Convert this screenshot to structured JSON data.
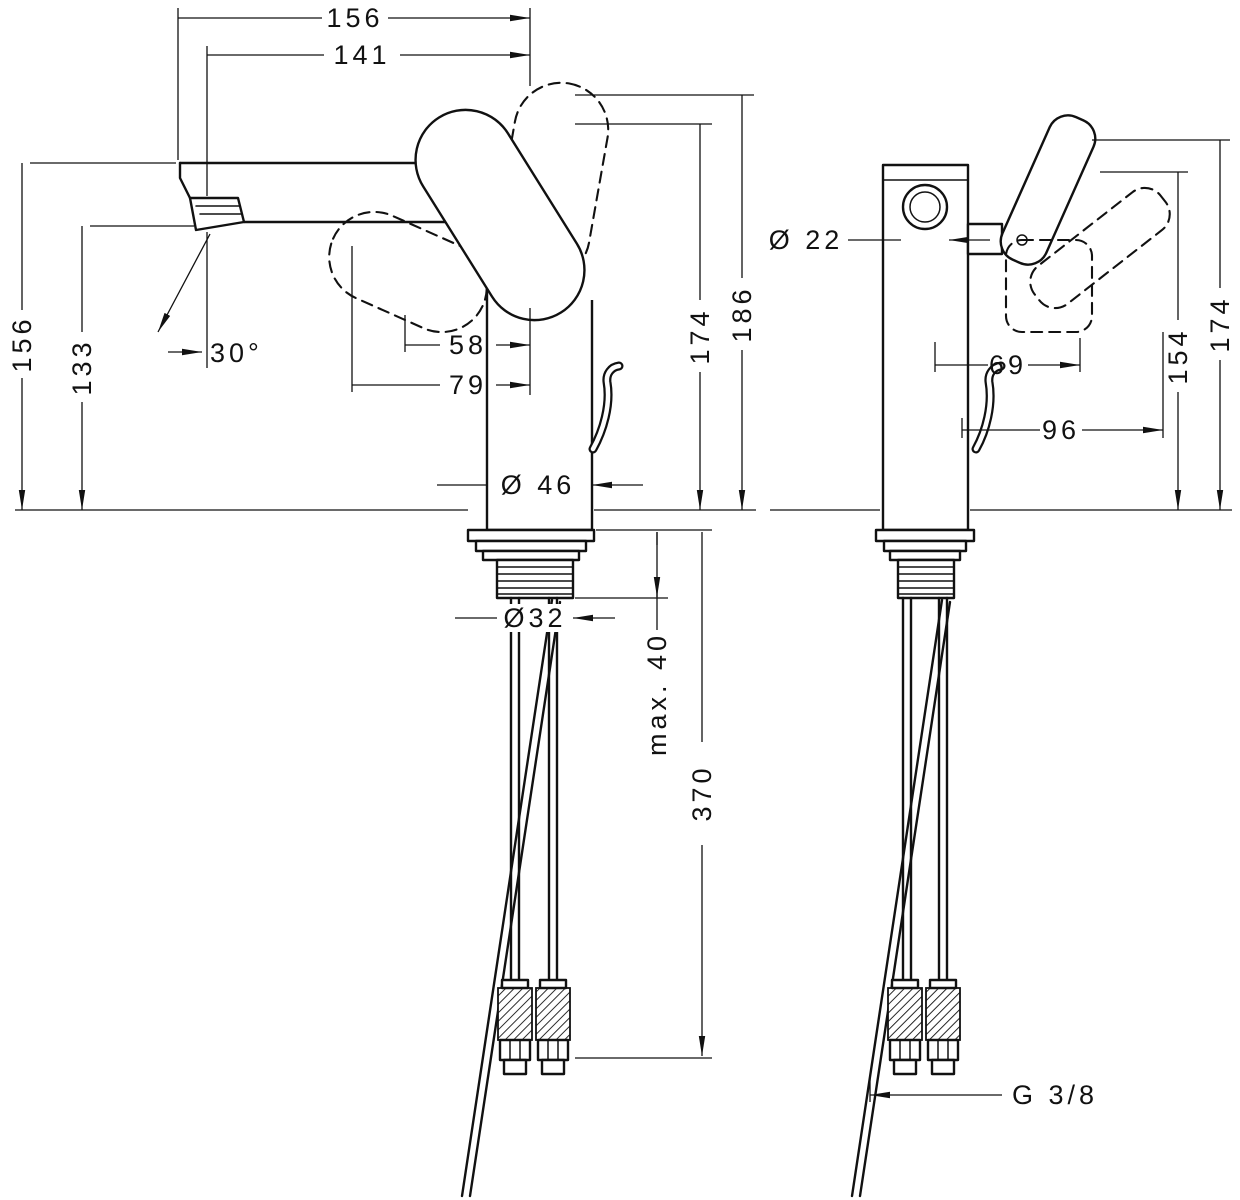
{
  "colors": {
    "ink": "#111111",
    "background": "#ffffff"
  },
  "front_view": {
    "dims": {
      "width_total": "156",
      "width_spout": "141",
      "height_total": "156",
      "height_outlet": "133",
      "outlet_angle": "30°",
      "offset_cartridge": "58",
      "offset_handle": "79",
      "height_body": "174",
      "height_max": "186",
      "base_diameter": "Ø 46",
      "shank_diameter": "Ø32",
      "counter_thickness": "max. 40",
      "hose_length": "370"
    }
  },
  "side_view": {
    "dims": {
      "outlet_diameter": "Ø 22",
      "depth_handle": "69",
      "depth_max": "96",
      "height_inner": "154",
      "height_outer": "174",
      "hose_thread": "G 3/8"
    }
  }
}
